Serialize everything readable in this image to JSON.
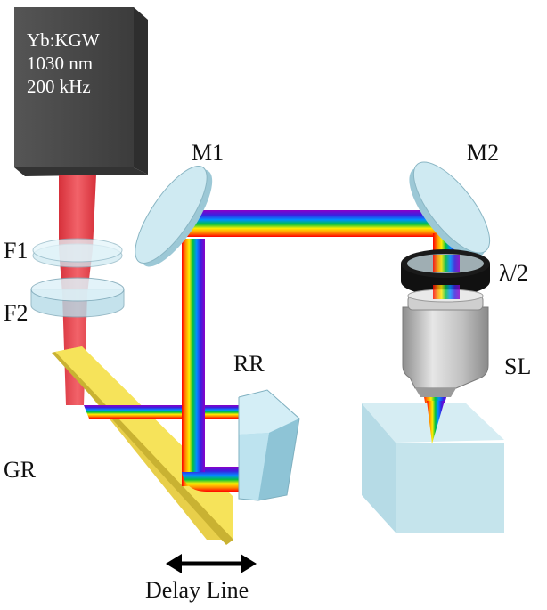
{
  "laser": {
    "line1": "Yb:KGW",
    "line2": "1030 nm",
    "line3": "200 kHz",
    "body_color": "#4d4d4d"
  },
  "labels": {
    "m1": "M1",
    "m2": "M2",
    "f1": "F1",
    "f2": "F2",
    "rr": "RR",
    "gr": "GR",
    "half_wave": "λ/2",
    "sl": "SL",
    "delay_line": "Delay Line"
  },
  "colors": {
    "beam_input": "#e8424a",
    "optic_glass": "#bfe6f0",
    "grating": "#f4e04a",
    "sample": "#c5e4ec",
    "spectrum": [
      "#ff0000",
      "#ff8a00",
      "#ffee00",
      "#00c040",
      "#0070ff",
      "#5a00c8",
      "#9000c0"
    ]
  }
}
